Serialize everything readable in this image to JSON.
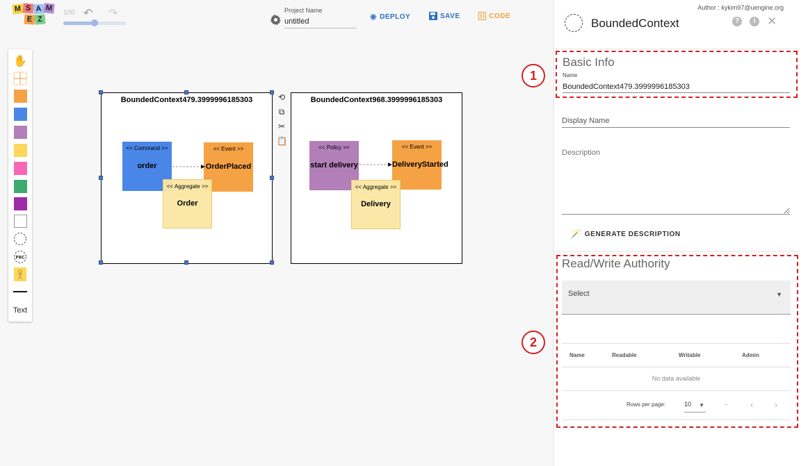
{
  "toolbar": {
    "logo_letters": [
      "M",
      "S",
      "A",
      "E",
      "Z"
    ],
    "zoom_value": "100",
    "project_name_label": "Project Name",
    "project_name_value": "untitled",
    "deploy_label": "DEPLOY",
    "save_label": "SAVE",
    "code_label": "CODE"
  },
  "toolbox": {
    "text_label": "Text",
    "sticker_colors": [
      "#f4a244",
      "#4a86e8",
      "#b27fb8",
      "#fcd75b",
      "#f768b4",
      "#3faa6e",
      "#9c2ca8"
    ]
  },
  "canvas": {
    "contexts": [
      {
        "title": "BoundedContext479.3999996185303",
        "stickers": [
          {
            "stereotype": "<< Command >>",
            "name": "order",
            "color": "#4a86e8"
          },
          {
            "stereotype": "<< Event >>",
            "name": "OrderPlaced",
            "color": "#f4a244"
          },
          {
            "stereotype": "<< Aggregate >>",
            "name": "Order",
            "color": "#fbe7a3"
          }
        ]
      },
      {
        "title": "BoundedContext968.3999996185303",
        "stickers": [
          {
            "stereotype": "<< Policy >>",
            "name": "start delivery",
            "color": "#b27fb8"
          },
          {
            "stereotype": "<< Event >>",
            "name": "DeliveryStarted",
            "color": "#f4a244"
          },
          {
            "stereotype": "<< Aggregate >>",
            "name": "Delivery",
            "color": "#fbe7a3"
          }
        ]
      }
    ]
  },
  "panel": {
    "author": "Author : kykim97@uengine.org",
    "title": "BoundedContext",
    "basic_info_title": "Basic Info",
    "name_label": "Name",
    "name_value": "BoundedContext479.3999996185303",
    "display_name_placeholder": "Display Name",
    "description_placeholder": "Description",
    "generate_label": "GENERATE DESCRIPTION",
    "authority_title": "Read/Write Authority",
    "select_value": "Select",
    "table_headers": [
      "Name",
      "Readable",
      "Writable",
      "Admin"
    ],
    "no_data": "No data available",
    "rows_per_page_label": "Rows per page:",
    "rows_per_page_value": "10",
    "range_text": "–",
    "marker_1": "1",
    "marker_2": "2",
    "accent_color": "#4a76c9",
    "highlight_color": "#d42020"
  }
}
